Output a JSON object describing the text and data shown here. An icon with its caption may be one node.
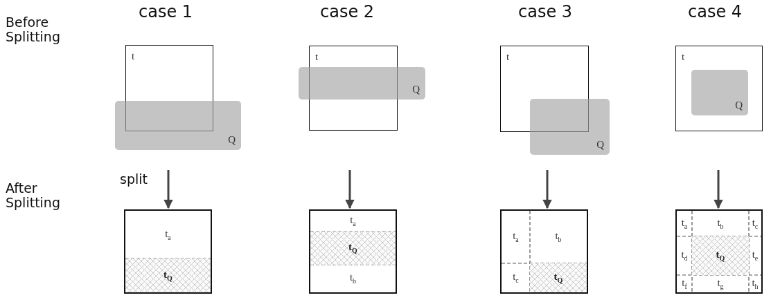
{
  "diagram": {
    "nodes": [
      {
        "text": [
          "t"
        ]
      },
      {
        "text": [
          "Q"
        ]
      },
      {
        "text": [],
        "shape": "box"
      },
      {
        "text": [
          "t$_{a}$"
        ],
        "in": 2
      },
      {
        "text": [
          "t$_{Q}$"
        ],
        "in": 2
      },
      {
        "text": [
          "t"
        ]
      },
      {
        "text": [
          "Q"
        ]
      },
      {
        "text": [],
        "shape": "box"
      },
      {
        "text": [
          "t$_{a}$"
        ],
        "in": 7
      },
      {
        "text": [
          "t$_{Q}$"
        ],
        "in": 7
      },
      {
        "text": [
          "t$_{b}$"
        ],
        "in": 7
      },
      {
        "text": [
          "t"
        ]
      },
      {
        "text": [
          "Q"
        ]
      },
      {
        "text": [],
        "shape": "box"
      },
      {
        "text": [
          "t$_{a}$"
        ],
        "in": 13
      },
      {
        "text": [
          "t$_{b}$"
        ],
        "in": 13
      },
      {
        "text": [
          "t$_{c}$"
        ],
        "in": 13
      },
      {
        "text": [
          "t$_{Q}$"
        ],
        "in": 13
      },
      {
        "text": [
          "t"
        ]
      },
      {
        "text": [
          "Q"
        ],
        "in": 18
      },
      {
        "text": [],
        "shape": "box"
      },
      {
        "text": [
          "t$_{a}$"
        ],
        "in": 20
      },
      {
        "text": [
          "t$_{b}$"
        ],
        "in": 20
      },
      {
        "text": [
          "t$_{c}$"
        ],
        "in": 20
      },
      {
        "text": [
          "t$_{d}$"
        ],
        "in": 20
      },
      {
        "text": [
          "t$_{Q}$"
        ],
        "in": 20
      },
      {
        "text": [
          "t$_{e}$"
        ],
        "in": 20
      },
      {
        "text": [
          "t$_{f}$"
        ],
        "in": 20
      },
      {
        "text": [
          "t$_{g}$"
        ],
        "in": 20
      },
      {
        "text": [
          "t$_{h}$"
        ],
        "in": 20
      }
    ],
    "edges": [
      {
        "from": null,
        "to": 2,
        "arrow": "to",
        "label": "split"
      },
      {
        "from": null,
        "to": 7,
        "arrow": "to"
      },
      {
        "from": null,
        "to": 13,
        "arrow": "to"
      },
      {
        "from": null,
        "to": 20,
        "arrow": "to"
      }
    ],
    "labels": [
      "Before Splitting",
      "case 1",
      "case 2",
      "case 3",
      "case 4",
      "After Splitting"
    ]
  }
}
